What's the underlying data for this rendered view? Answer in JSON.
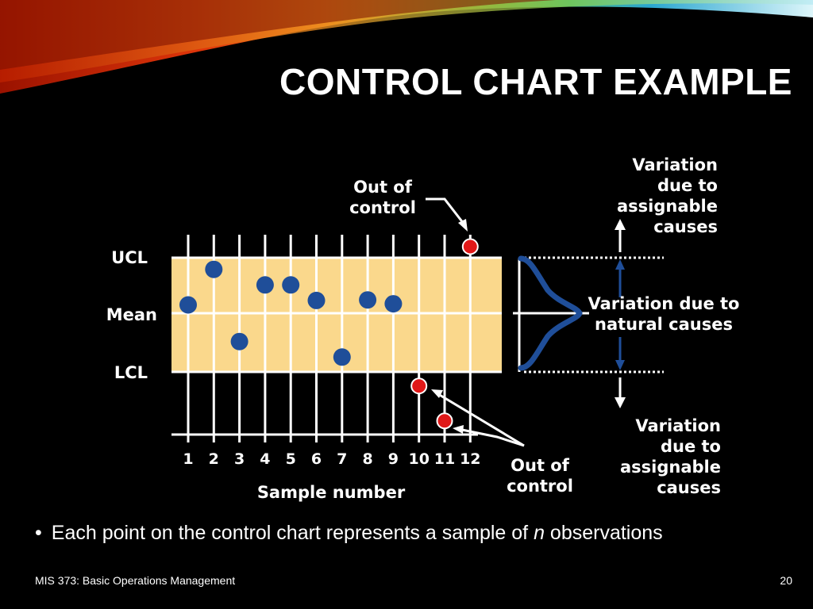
{
  "slide": {
    "title": "CONTROL CHART EXAMPLE",
    "bullet_prefix": "Each point on the control chart represents a sample of ",
    "bullet_var": "n",
    "bullet_suffix": " observations",
    "footer": "MIS 373: Basic Operations Management",
    "page_number": "20"
  },
  "annotations": {
    "out_of_control_top_line1": "Out of",
    "out_of_control_top_line2": "control",
    "out_of_control_bottom_line1": "Out of",
    "out_of_control_bottom_line2": "control",
    "assignable_top": [
      "Variation",
      "due to",
      "assignable",
      "causes"
    ],
    "natural": [
      "Variation due to",
      "natural causes"
    ],
    "assignable_bottom": [
      "Variation",
      "due to",
      "assignable",
      "causes"
    ]
  },
  "colors": {
    "band": "#FAD88C",
    "in_control_point": "#1F4E99",
    "out_of_control_point": "#E01818",
    "curve": "#1F4E99"
  },
  "chart_data": {
    "type": "scatter",
    "xlabel": "Sample number",
    "y_labels": [
      "UCL",
      "Mean",
      "LCL"
    ],
    "x": [
      1,
      2,
      3,
      4,
      5,
      6,
      7,
      8,
      9,
      10,
      11,
      12
    ],
    "x_tick_labels": [
      "1",
      "2",
      "3",
      "4",
      "5",
      "6",
      "7",
      "8",
      "9",
      "10",
      "11",
      "12"
    ],
    "control_limits": {
      "UCL": 1.0,
      "Mean": 0.0,
      "LCL": -1.0
    },
    "ylim": [
      -2.1,
      1.25
    ],
    "series": [
      {
        "values": [
          0.15,
          0.79,
          -0.51,
          0.51,
          0.51,
          0.23,
          -0.79,
          0.24,
          0.17,
          -1.31,
          -1.94,
          1.2
        ]
      }
    ],
    "out_of_control_samples": [
      10,
      11,
      12
    ]
  }
}
